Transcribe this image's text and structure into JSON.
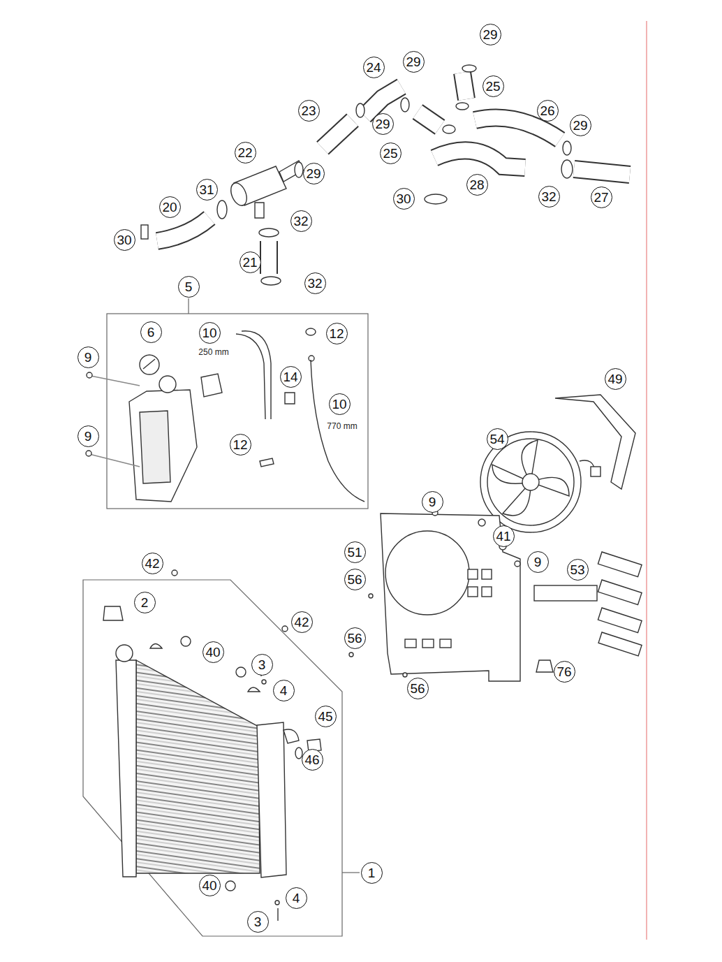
{
  "diagram": {
    "nodes": [
      {
        "text": [
          "29"
        ]
      },
      {
        "text": [
          "29"
        ]
      },
      {
        "text": [
          "24"
        ]
      },
      {
        "text": [
          "25"
        ]
      },
      {
        "text": [
          "23"
        ]
      },
      {
        "text": [
          "26"
        ]
      },
      {
        "text": [
          "29"
        ]
      },
      {
        "text": [
          "29"
        ]
      },
      {
        "text": [
          "22"
        ]
      },
      {
        "text": [
          "25"
        ]
      },
      {
        "text": [
          "29"
        ]
      },
      {
        "text": [
          "28"
        ]
      },
      {
        "text": [
          "31"
        ]
      },
      {
        "text": [
          "30"
        ]
      },
      {
        "text": [
          "32"
        ]
      },
      {
        "text": [
          "27"
        ]
      },
      {
        "text": [
          "20"
        ]
      },
      {
        "text": [
          "32"
        ]
      },
      {
        "text": [
          "30"
        ]
      },
      {
        "text": [
          "21"
        ]
      },
      {
        "text": [
          "32"
        ]
      },
      {
        "text": [
          "5"
        ]
      },
      {
        "text": [
          "6"
        ]
      },
      {
        "text": [
          "10"
        ]
      },
      {
        "text": [
          "12"
        ]
      },
      {
        "text": [
          "9"
        ]
      },
      {
        "text": [
          "14"
        ]
      },
      {
        "text": [
          "49"
        ]
      },
      {
        "text": [
          "10"
        ]
      },
      {
        "text": [
          "9"
        ]
      },
      {
        "text": [
          "54"
        ]
      },
      {
        "text": [
          "12"
        ]
      },
      {
        "text": [
          "9"
        ]
      },
      {
        "text": [
          "41"
        ]
      },
      {
        "text": [
          "51"
        ]
      },
      {
        "text": [
          "9"
        ]
      },
      {
        "text": [
          "42"
        ]
      },
      {
        "text": [
          "53"
        ]
      },
      {
        "text": [
          "56"
        ]
      },
      {
        "text": [
          "2"
        ]
      },
      {
        "text": [
          "42"
        ]
      },
      {
        "text": [
          "56"
        ]
      },
      {
        "text": [
          "40"
        ]
      },
      {
        "text": [
          "3"
        ]
      },
      {
        "text": [
          "76"
        ]
      },
      {
        "text": [
          "56"
        ]
      },
      {
        "text": [
          "4"
        ]
      },
      {
        "text": [
          "45"
        ]
      },
      {
        "text": [
          "46"
        ]
      },
      {
        "text": [
          "1"
        ]
      },
      {
        "text": [
          "40"
        ]
      },
      {
        "text": [
          "4"
        ]
      },
      {
        "text": [
          "3"
        ]
      }
    ],
    "labels": [
      "250 mm",
      "770 mm"
    ]
  }
}
